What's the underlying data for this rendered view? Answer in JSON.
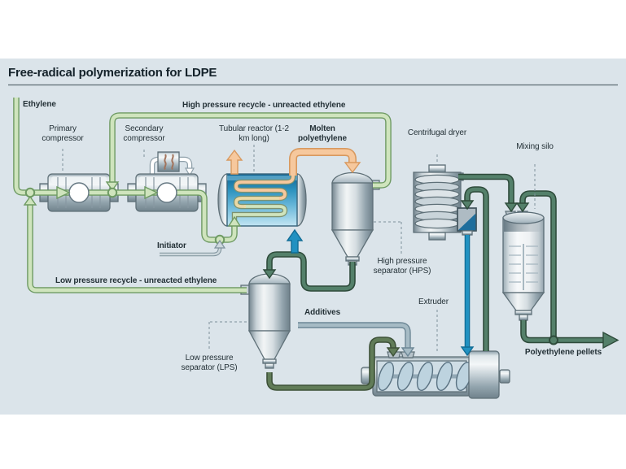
{
  "title": "Free-radical polymerization for LDPE",
  "streams": {
    "ethylene": "Ethylene",
    "high_pressure_recycle": "High pressure recycle - unreacted ethylene",
    "low_pressure_recycle": "Low pressure recycle - unreacted ethylene",
    "initiator": "Initiator",
    "molten_polyethylene": "Molten polyethylene",
    "additives": "Additives",
    "polyethylene_pellets": "Polyethylene pellets"
  },
  "equipment": {
    "primary_compressor": "Primary compressor",
    "secondary_compressor": "Secondary compressor",
    "tubular_reactor": "Tubular reactor (1-2 km long)",
    "high_pressure_separator": "High pressure separator (HPS)",
    "low_pressure_separator": "Low pressure separator (LPS)",
    "extruder": "Extruder",
    "centrifugal_dryer": "Centrifugal dryer",
    "mixing_silo": "Mixing silo"
  },
  "colors": {
    "panel": "#dbe4ea",
    "rule": "#5c6b73",
    "title_text": "#14222a",
    "label_text": "#243137",
    "pipe_green": "#cfe4bd",
    "pipe_green_dark": "#6e9a63",
    "pipe_dgreen": "#54806a",
    "pipe_dgreen_dark": "#2e4b3b",
    "pipe_olive": "#617c58",
    "pipe_olive_dark": "#3d5138",
    "pipe_orange": "#f6c89d",
    "pipe_orange_dark": "#d8995f",
    "pipe_transition": "#ead9a6",
    "pipe_blue": "#2191c1",
    "pipe_blue_dark": "#116d96",
    "pipe_gray": "#a6bbc5",
    "pipe_gray_dark": "#6d8796",
    "pipe_init": "#cdd8dd",
    "pipe_init_dark": "#7e929c",
    "water_fill": "#1f6e9c",
    "leader": "#7d8f99"
  }
}
